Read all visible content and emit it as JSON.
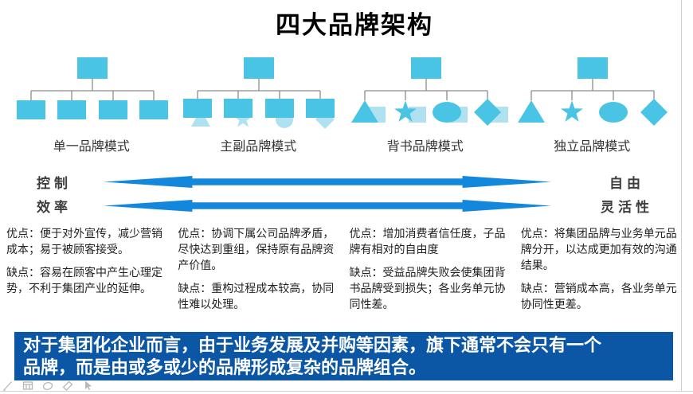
{
  "title": "四大品牌架构",
  "models": [
    {
      "label": "单一品牌模式"
    },
    {
      "label": "主副品牌模式"
    },
    {
      "label": "背书品牌模式"
    },
    {
      "label": "独立品牌模式"
    }
  ],
  "spectrum": {
    "rows": [
      {
        "left": "控制",
        "right": "自由"
      },
      {
        "left": "效率",
        "right": "灵活性"
      }
    ]
  },
  "details": [
    {
      "pros": "优点：便于对外宣传，减少营销成本；易于被顾客接受。",
      "cons": "缺点：容易在顾客中产生心理定势，不利于集团产业的延伸。"
    },
    {
      "pros": "优点：协调下属公司品牌矛盾，尽快达到重组，保持原有品牌资产价值。",
      "cons": "缺点：重构过程成本较高，协同性难以处理。"
    },
    {
      "pros": "优点：增加消费者信任度，子品牌有相对的自由度",
      "cons": "缺点：受益品牌失败会使集团背书品牌受到损失；各业务单元协同性差。"
    },
    {
      "pros": "优点：将集团品牌与业务单元品牌分开，以达成更加有效的沟通结果。",
      "cons": "缺点：营销成本高，各业务单元协同性更差。"
    }
  ],
  "banner": {
    "text": "对于集团化企业而言，由于业务发展及并购等因素，旗下通常不会只有一个品牌，而是由或多或少的品牌形成复杂的品牌组合。"
  },
  "toolbar": {
    "icons": [
      "pencil-icon",
      "slideshow-grid-icon",
      "ellipse-tool-icon",
      "eraser-icon",
      "cursor-arrow-icon"
    ]
  },
  "colors": {
    "shape_fill": "#4AC4E4",
    "shape_faded": "#ACDFEF",
    "connector": "#8C8C8C",
    "arrow_blue": "#1287DB",
    "banner_bg": "#0C56A6",
    "banner_text": "#FFFFFF"
  }
}
